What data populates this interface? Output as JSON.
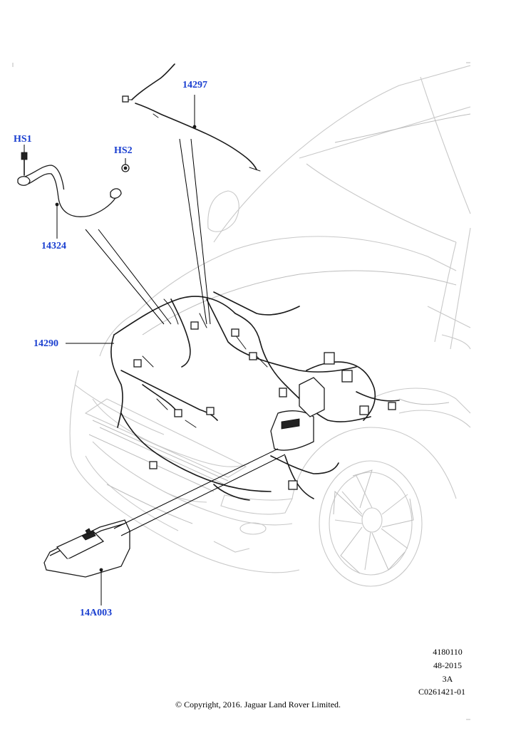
{
  "callouts": {
    "c14297": "14297",
    "hs1": "HS1",
    "hs2": "HS2",
    "c14324": "14324",
    "c14290": "14290",
    "c14a003": "14A003"
  },
  "reference": {
    "line1": "4180110",
    "line2": "48-2015",
    "line3": "3A",
    "line4": "C0261421-01"
  },
  "copyright": "© Copyright, 2016. Jaguar Land Rover Limited.",
  "colors": {
    "callout": "#1a3fd0",
    "car_outline": "#c8c8c8",
    "harness": "#1a1a1a"
  }
}
